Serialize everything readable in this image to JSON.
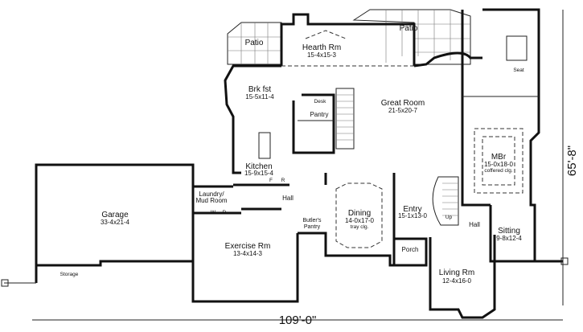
{
  "plan": {
    "overall_width": "109'-0\"",
    "overall_depth": "65'-8\"",
    "rooms": [
      {
        "name": "Patio",
        "dims": ""
      },
      {
        "name": "Hearth Rm",
        "dims": "15-4x15-3"
      },
      {
        "name": "Patio",
        "dims": ""
      },
      {
        "name": "Brk fst",
        "dims": "15-5x11-4"
      },
      {
        "name": "Great Room",
        "dims": "21-5x20-7"
      },
      {
        "name": "Pantry",
        "dims": ""
      },
      {
        "name": "Desk",
        "dims": ""
      },
      {
        "name": "Kitchen",
        "dims": "15-9x15-4"
      },
      {
        "name": "MBr",
        "dims": "15-0x18-0",
        "note": "coffered clg."
      },
      {
        "name": "Seat",
        "dims": ""
      },
      {
        "name": "Garage",
        "dims": "33-4x21-4"
      },
      {
        "name": "Storage",
        "dims": ""
      },
      {
        "name": "Laundry/",
        "dims": "Mud Room"
      },
      {
        "name": "Hall",
        "dims": ""
      },
      {
        "name": "Dining",
        "dims": "14-0x17-0",
        "note": "tray clg."
      },
      {
        "name": "Entry",
        "dims": "15-1x13-0"
      },
      {
        "name": "Butler's",
        "dims": "Pantry"
      },
      {
        "name": "Exercise Rm",
        "dims": "13-4x14-3"
      },
      {
        "name": "Porch",
        "dims": ""
      },
      {
        "name": "Hall",
        "dims": ""
      },
      {
        "name": "Sitting",
        "dims": "9-8x12-4"
      },
      {
        "name": "Living Rm",
        "dims": "12-4x16-0"
      }
    ],
    "appliance_labels": {
      "washer": "W",
      "dryer": "D",
      "fridge": "R",
      "freezer": "F",
      "stair_up": "Up"
    }
  }
}
